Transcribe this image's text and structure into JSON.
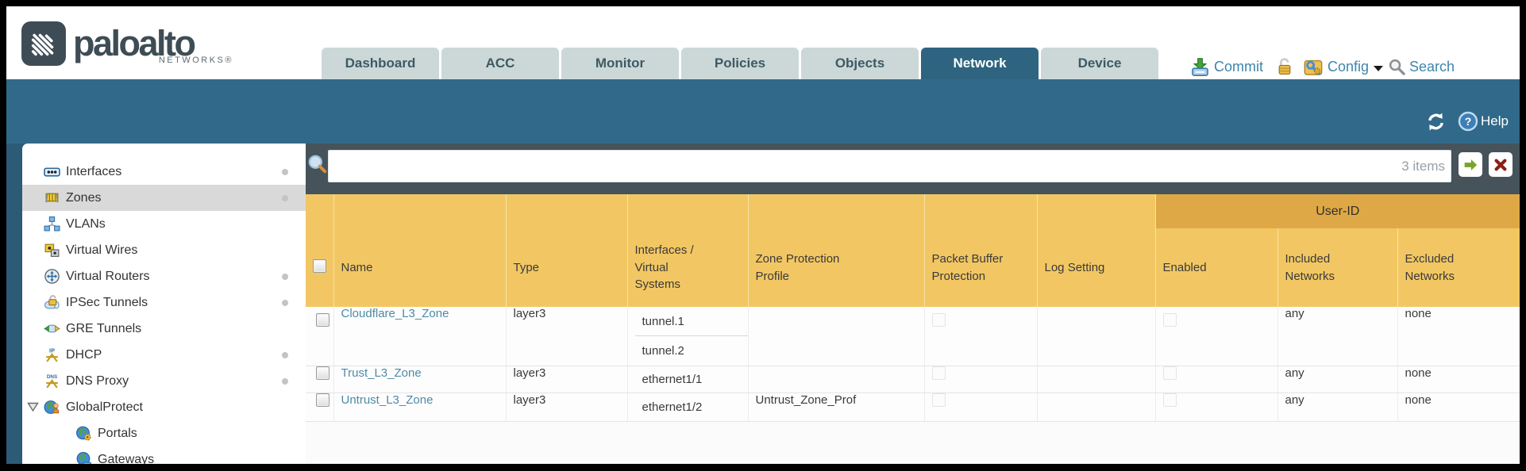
{
  "header": {
    "brand": "paloalto",
    "brand_sub": "NETWORKS®",
    "tabs": [
      {
        "label": "Dashboard",
        "active": false
      },
      {
        "label": "ACC",
        "active": false
      },
      {
        "label": "Monitor",
        "active": false
      },
      {
        "label": "Policies",
        "active": false
      },
      {
        "label": "Objects",
        "active": false
      },
      {
        "label": "Network",
        "active": true
      },
      {
        "label": "Device",
        "active": false
      }
    ],
    "utilities": {
      "commit_label": "Commit",
      "config_label": "Config",
      "search_label": "Search"
    }
  },
  "band": {
    "help_label": "Help"
  },
  "sidebar": {
    "items": [
      {
        "label": "Interfaces",
        "selected": false,
        "has_dot": true,
        "indent": 0
      },
      {
        "label": "Zones",
        "selected": true,
        "has_dot": true,
        "indent": 0
      },
      {
        "label": "VLANs",
        "selected": false,
        "has_dot": false,
        "indent": 0
      },
      {
        "label": "Virtual Wires",
        "selected": false,
        "has_dot": false,
        "indent": 0
      },
      {
        "label": "Virtual Routers",
        "selected": false,
        "has_dot": true,
        "indent": 0
      },
      {
        "label": "IPSec Tunnels",
        "selected": false,
        "has_dot": true,
        "indent": 0
      },
      {
        "label": "GRE Tunnels",
        "selected": false,
        "has_dot": false,
        "indent": 0
      },
      {
        "label": "DHCP",
        "selected": false,
        "has_dot": true,
        "indent": 0
      },
      {
        "label": "DNS Proxy",
        "selected": false,
        "has_dot": true,
        "indent": 0
      },
      {
        "label": "GlobalProtect",
        "selected": false,
        "has_dot": false,
        "indent": 0,
        "expanded": true
      },
      {
        "label": "Portals",
        "selected": false,
        "has_dot": false,
        "indent": 1
      },
      {
        "label": "Gateways",
        "selected": false,
        "has_dot": false,
        "indent": 1
      }
    ]
  },
  "filter_bar": {
    "value": "",
    "items_count": "3 items"
  },
  "table": {
    "user_id_group_label": "User-ID",
    "columns": [
      "Name",
      "Type",
      "Interfaces / Virtual Systems",
      "Zone Protection Profile",
      "Packet Buffer Protection",
      "Log Setting",
      "Enabled",
      "Included Networks",
      "Excluded Networks"
    ],
    "rows": [
      {
        "name": "Cloudflare_L3_Zone",
        "type": "layer3",
        "interfaces": [
          "tunnel.1",
          "tunnel.2"
        ],
        "zone_protection_profile": "",
        "log_setting": "",
        "included_networks": "any",
        "excluded_networks": "none"
      },
      {
        "name": "Trust_L3_Zone",
        "type": "layer3",
        "interfaces": [
          "ethernet1/1"
        ],
        "zone_protection_profile": "",
        "log_setting": "",
        "included_networks": "any",
        "excluded_networks": "none"
      },
      {
        "name": "Untrust_L3_Zone",
        "type": "layer3",
        "interfaces": [
          "ethernet1/2"
        ],
        "zone_protection_profile": "Untrust_Zone_Prof",
        "log_setting": "",
        "included_networks": "any",
        "excluded_networks": "none"
      }
    ]
  },
  "colors": {
    "teal_band": "#31698a",
    "active_tab": "#2e6480",
    "inactive_tab_bg": "#ccd8d8",
    "table_header_gold": "#f2c763",
    "user_id_band_gold": "#dfa846",
    "filter_bar_bg": "#46535b",
    "zone_link_blue": "#4d8aa8",
    "selected_item_gray": "#d9d9d9",
    "alt_row": "#eef2f4",
    "utility_link_blue": "#3e85ad"
  }
}
